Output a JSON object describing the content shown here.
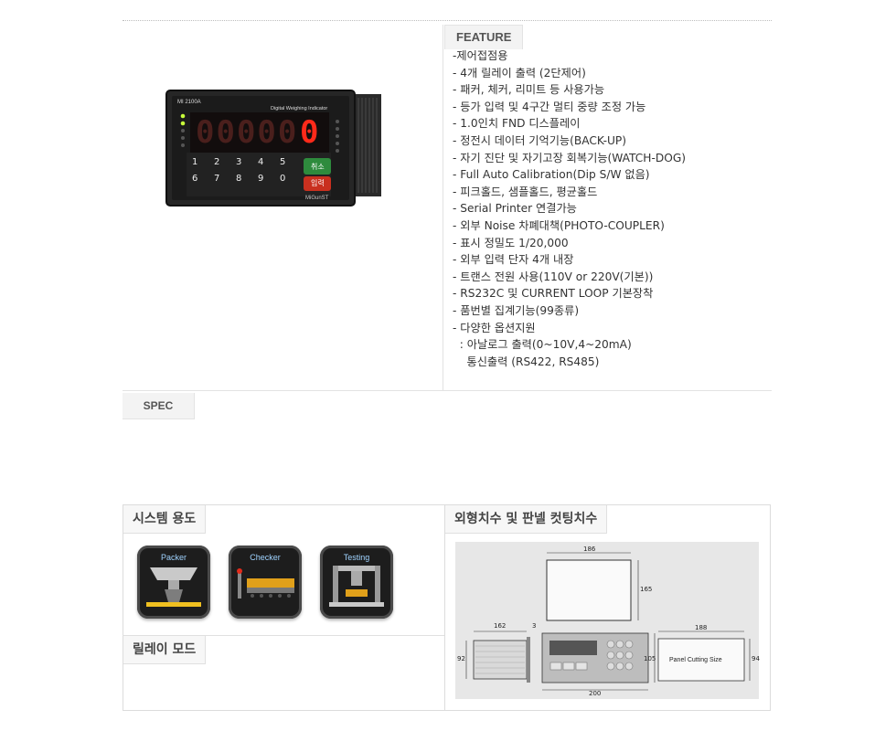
{
  "feature": {
    "tab_label": "FEATURE",
    "items": [
      "-제어접점용",
      "- 4개 릴레이 출력 (2단제어)",
      "- 패커, 체커, 리미트 등 사용가능",
      "- 등가 입력 및 4구간 멀티 중량 조정 가능",
      "- 1.0인치 FND 디스플레이",
      "- 정전시 데이터 기억기능(BACK-UP)",
      "- 자기 진단 및 자기고장 회복기능(WATCH-DOG)",
      "- Full Auto Calibration(Dip S/W 없음)",
      "- 피크홀드, 샘플홀드, 평균홀드",
      "- Serial Printer 연결가능",
      "- 외부 Noise 차폐대책(PHOTO-COUPLER)",
      "- 표시 정밀도 1/20,000",
      "- 외부 입력 단자 4개 내장",
      "- 트랜스 전원 사용(110V or 220V(기본))",
      "- RS232C 및 CURRENT LOOP 기본장착",
      "- 품번별 집계기능(99종류)",
      "- 다양한 옵션지원",
      "  : 아날로그 출력(0~10V,4~20mA)",
      "    통신출력 (RS422, RS485)"
    ]
  },
  "device": {
    "model": "MI 2100A",
    "name": "Digital Weighing Indicator",
    "brand": "MiGunST",
    "display": "00000",
    "display_last": "0",
    "keys": [
      "1",
      "2",
      "3",
      "4",
      "5",
      "6",
      "7",
      "8",
      "9",
      "0"
    ],
    "cancel_label": "취소",
    "enter_label": "입력"
  },
  "spec": {
    "tab_label": "SPEC"
  },
  "system_use": {
    "title": "시스템 용도",
    "icons": [
      {
        "label": "Packer",
        "icon": "packer-icon"
      },
      {
        "label": "Checker",
        "icon": "checker-icon"
      },
      {
        "label": "Testing",
        "icon": "testing-icon"
      }
    ]
  },
  "relay_mode": {
    "title": "릴레이 모드"
  },
  "dimensions": {
    "title": "외형치수 및 판넬 컷팅치수",
    "top_width": "186",
    "top_height": "165",
    "side_length": "162",
    "side_gap": "3",
    "side_height": "92",
    "front_height": "105",
    "front_width": "200",
    "panel_width": "188",
    "panel_height": "94",
    "panel_label": "Panel Cutting Size"
  },
  "colors": {
    "accent_red": "#e32b1b",
    "cancel_green": "#2e8b3d",
    "enter_red": "#c9301f"
  }
}
